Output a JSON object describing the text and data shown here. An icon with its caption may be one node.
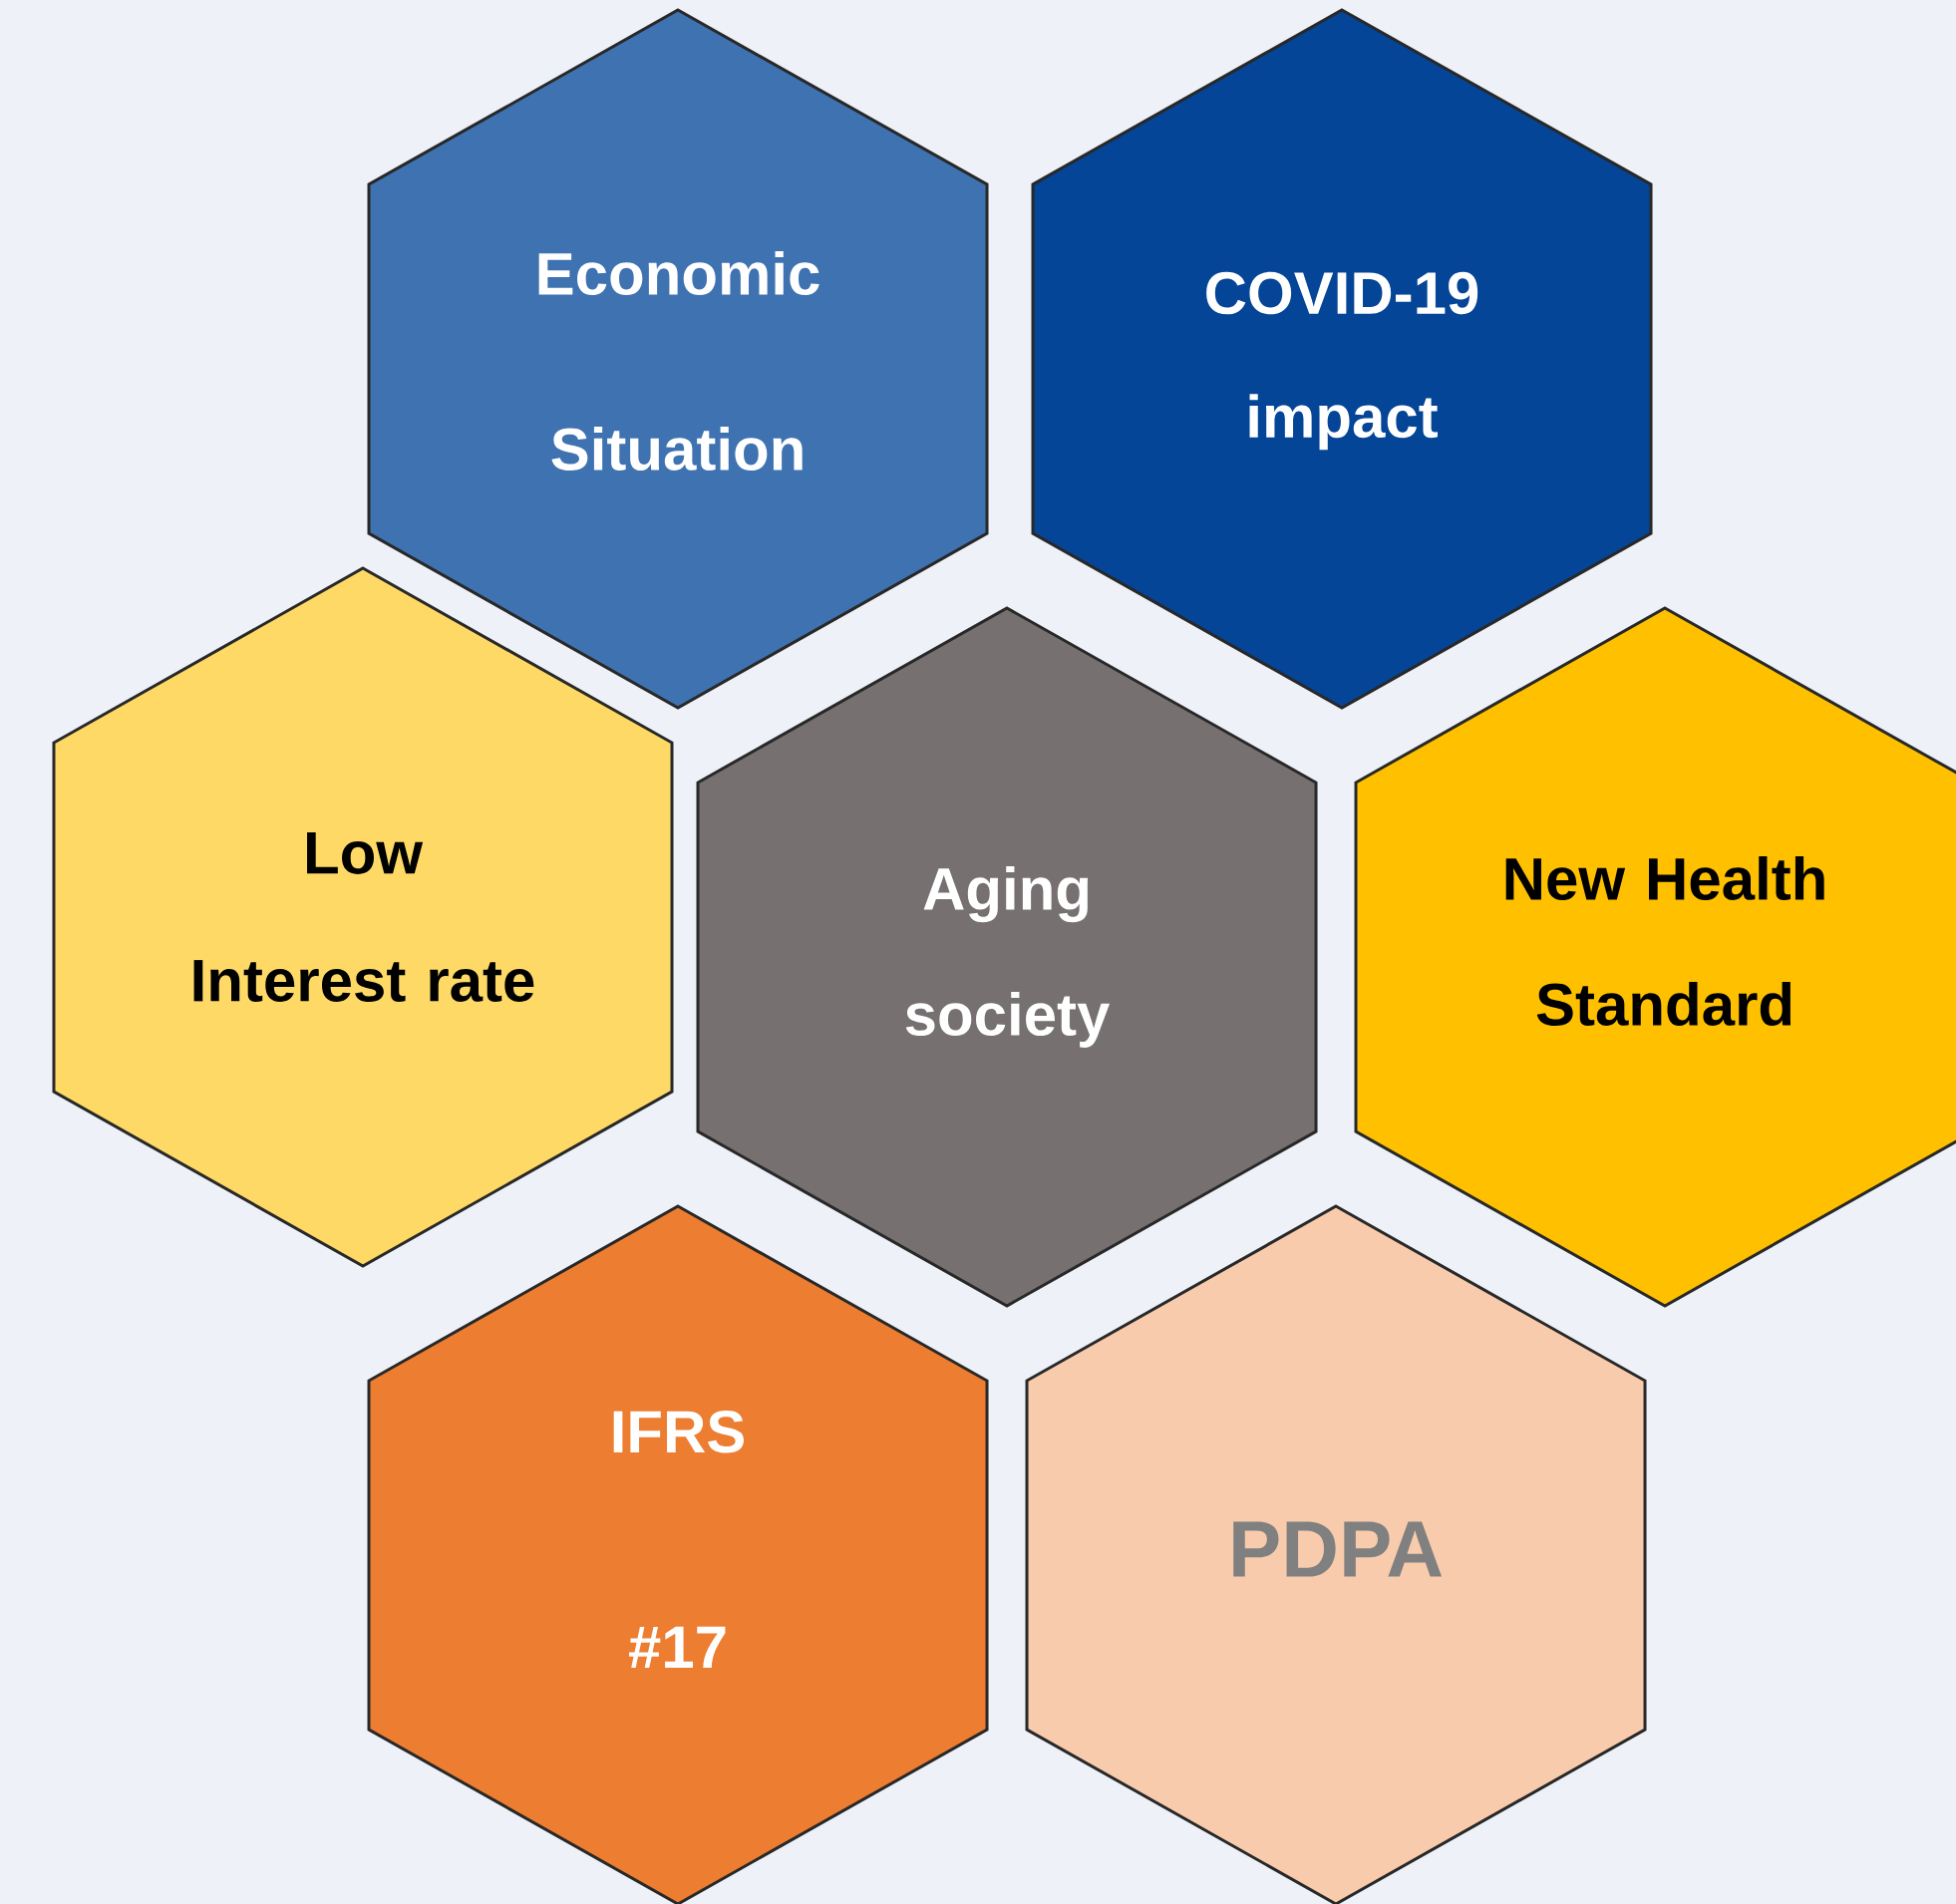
{
  "diagram": {
    "nodes": [
      {
        "text": [
          "Economic Situation"
        ]
      },
      {
        "text": [
          "COVID-19 impact"
        ]
      },
      {
        "text": [
          "Low Interest rate"
        ]
      },
      {
        "text": [
          "Aging society"
        ]
      },
      {
        "text": [
          "New Health Standard"
        ]
      },
      {
        "text": [
          "IFRS #17"
        ]
      },
      {
        "text": [
          "PDPA"
        ]
      }
    ]
  }
}
